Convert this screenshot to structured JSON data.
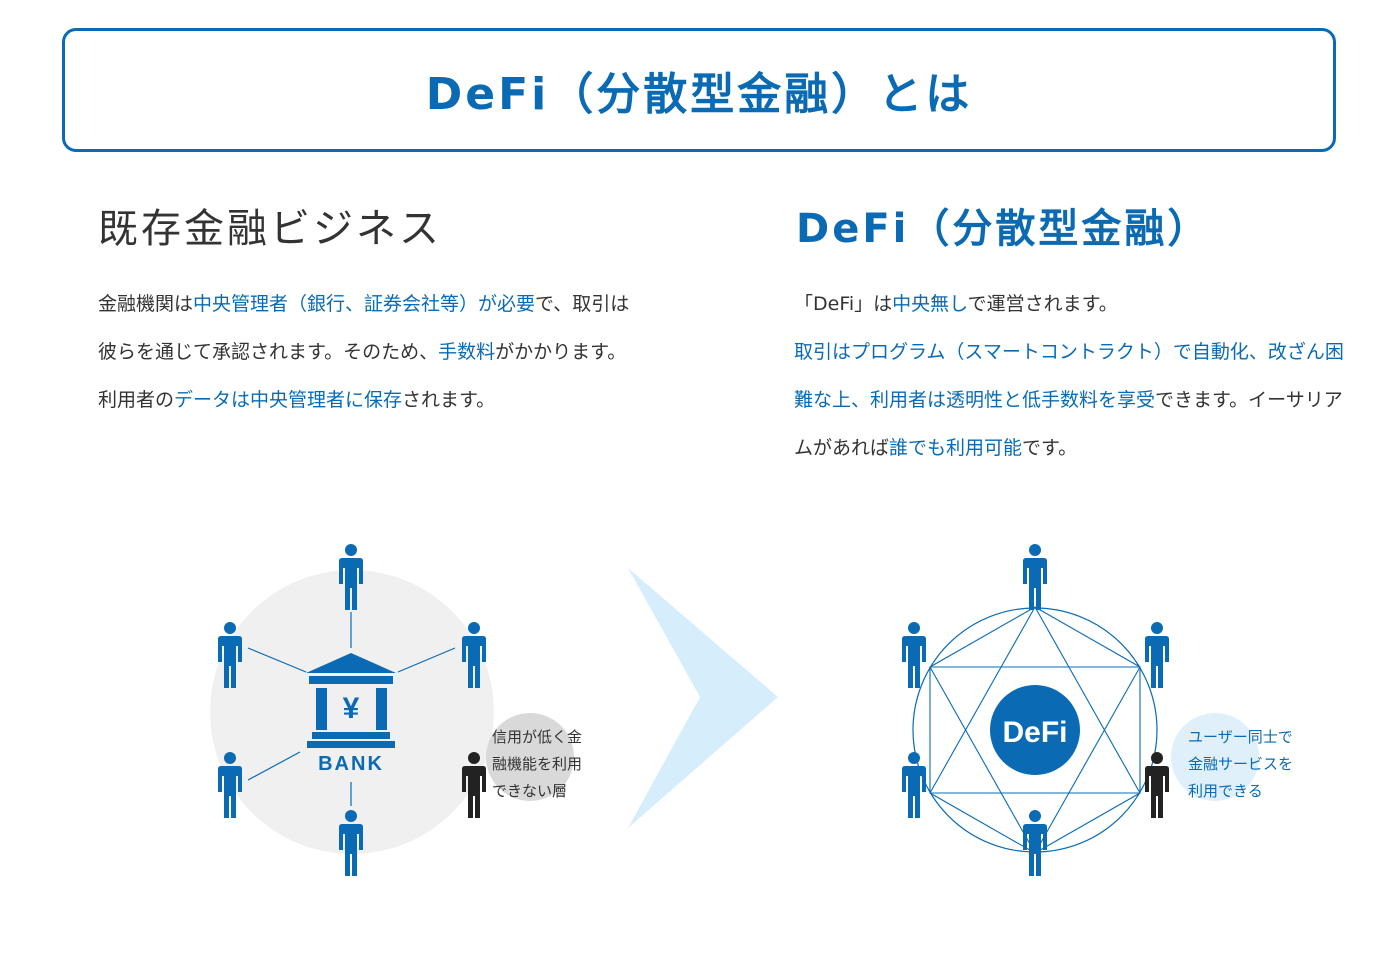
{
  "title": "DeFi（分散型金融）とは",
  "left": {
    "heading": "既存金融ビジネス",
    "para": [
      {
        "t": "金融機関は",
        "hl": false
      },
      {
        "t": "中央管理者（銀行、証券会社等）が必要",
        "hl": true
      },
      {
        "t": "で、取引は彼らを通じて承認されます。そのため、",
        "hl": false
      },
      {
        "t": "手数料",
        "hl": true
      },
      {
        "t": "がかかります。利用者の",
        "hl": false
      },
      {
        "t": "データは中央管理者に保存",
        "hl": true
      },
      {
        "t": "されます。",
        "hl": false
      }
    ],
    "diagram": {
      "bank_label": "BANK",
      "yen_symbol": "¥",
      "note": "信用が低く金融機能を利用できない層"
    }
  },
  "right": {
    "heading": "DeFi（分散型金融）",
    "para": [
      {
        "t": "「DeFi」は",
        "hl": false
      },
      {
        "t": "中央無し",
        "hl": true
      },
      {
        "t": "で運営されます。",
        "hl": false
      },
      {
        "t": "\n",
        "hl": false
      },
      {
        "t": "取引はプログラム（スマートコントラクト）で自動化、改ざん困難な上、利用者は透明性と低手数料を享受",
        "hl": true
      },
      {
        "t": "できます。イーサリアムがあれば",
        "hl": false
      },
      {
        "t": "誰でも利用可能",
        "hl": true
      },
      {
        "t": "です。",
        "hl": false
      }
    ],
    "diagram": {
      "center_label": "DeFi",
      "note": "ユーザー同士で金融サービスを利用できる"
    }
  },
  "colors": {
    "accent": "#0a6bb4",
    "text": "#333333",
    "excluded_person": "#222222",
    "arrow": "#d6eefc",
    "bank_circle": "#f0f0f0",
    "note_bubble_gray": "#d9d9d9",
    "note_bubble_blue": "#dff0fb"
  },
  "icons": [
    "person-icon",
    "bank-building-icon",
    "right-arrow-icon"
  ]
}
